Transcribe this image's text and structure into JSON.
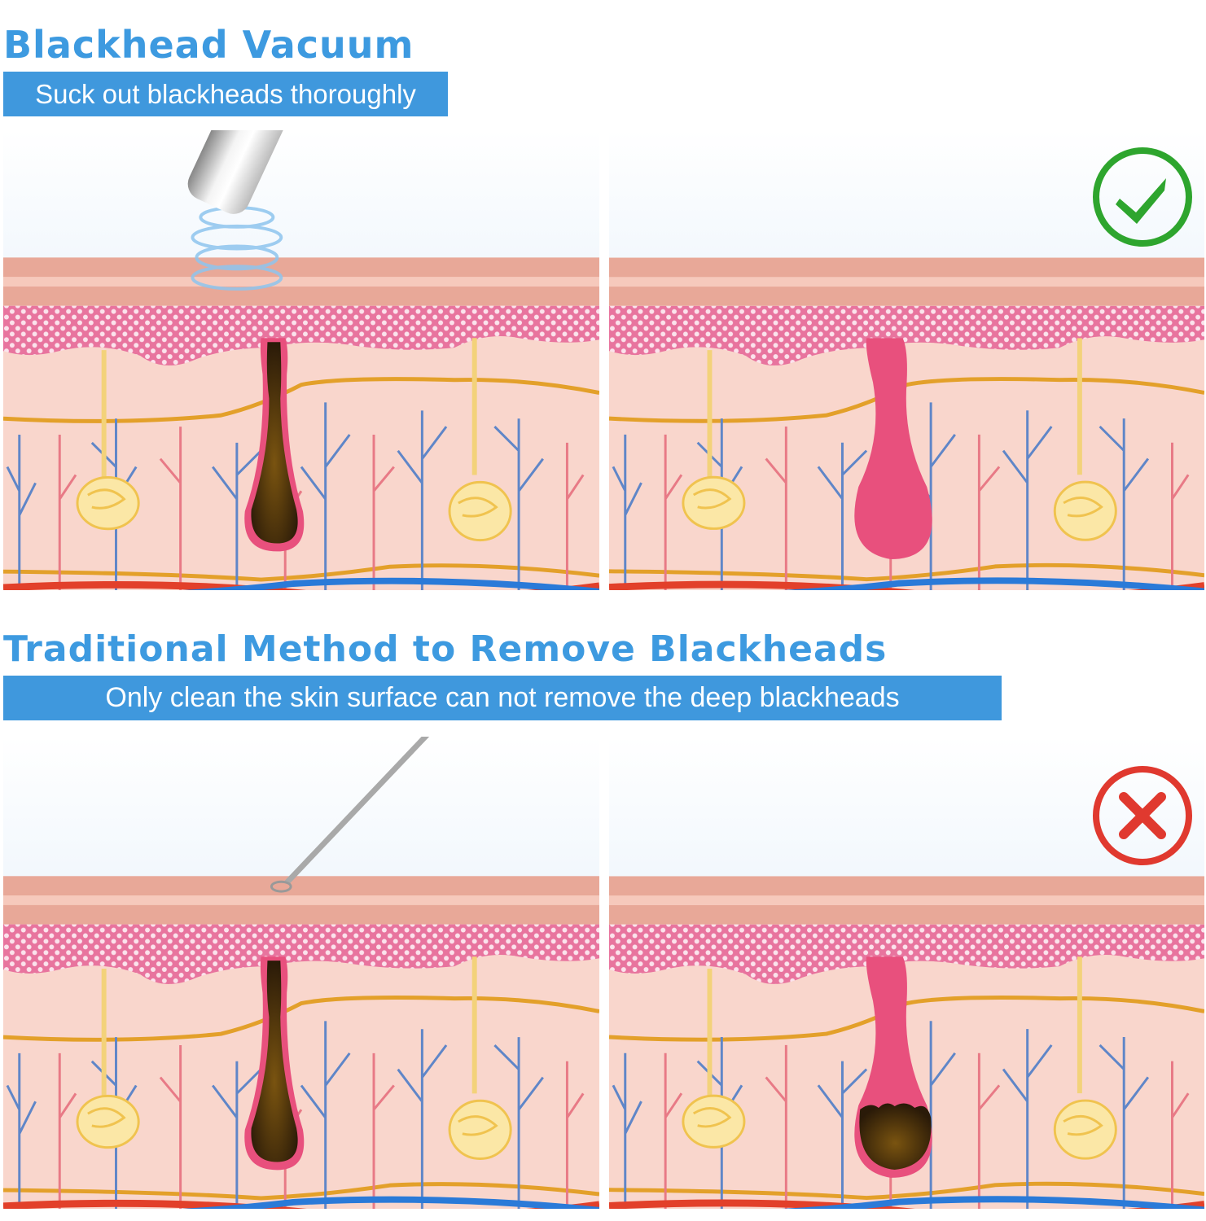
{
  "section_1": {
    "title": "Blackhead Vacuum",
    "subtitle": "Suck out blackheads thoroughly",
    "panel_left": {
      "tool": "vacuum-device",
      "pore_state": "clogged-being-suctioned"
    },
    "panel_right": {
      "pore_state": "clean",
      "result_icon": "check-circle-icon",
      "result_color": "#2ea52e"
    }
  },
  "section_2": {
    "title": "Traditional Method to Remove Blackheads",
    "subtitle": "Only clean the skin surface can not remove the deep blackheads",
    "panel_left": {
      "tool": "extractor-loop-tool",
      "pore_state": "clogged"
    },
    "panel_right": {
      "pore_state": "partially-clogged",
      "result_icon": "x-circle-icon",
      "result_color": "#e0392f"
    }
  },
  "colors": {
    "accent_blue": "#3f98dd",
    "title_blue": "#3d9ae0",
    "skin_top": "#e8a898",
    "skin_dots": "#e8749e",
    "dermis": "#f9d6cc",
    "pore_pink": "#e8507d",
    "blackhead": "#3a2510"
  }
}
